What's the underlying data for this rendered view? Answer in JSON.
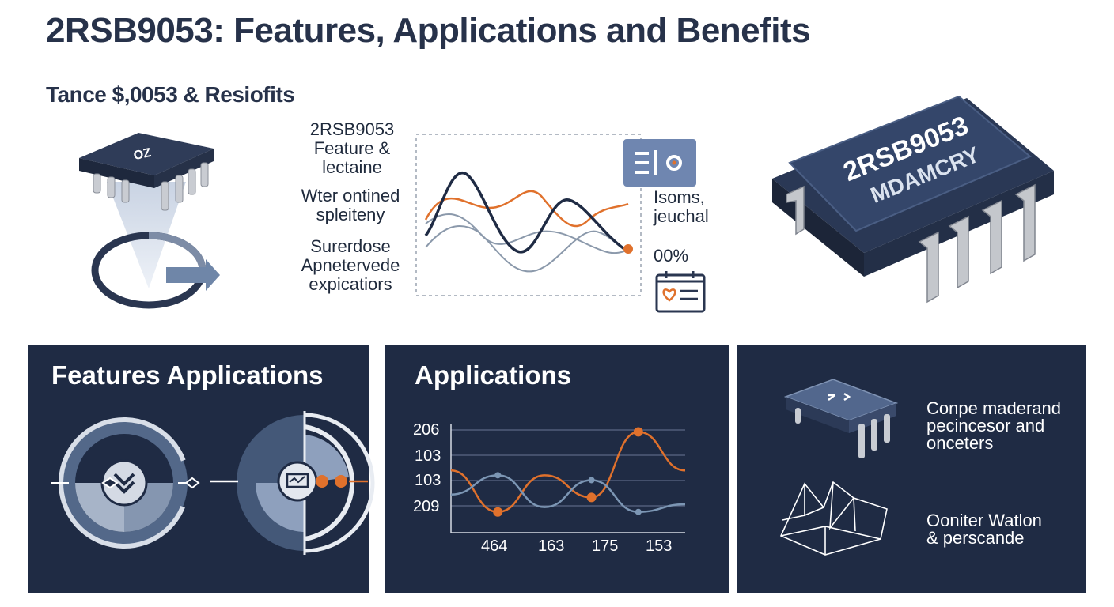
{
  "header": {
    "title": "2RSB9053: Features, Applications and Benefits",
    "subtitle": "Tance $,0053 & Resiofits"
  },
  "top_left_chip": {
    "marking": "OZ"
  },
  "feature_labels": [
    [
      "2RSB9053",
      "Feature &",
      "lectaine"
    ],
    [
      "Wter ontined",
      "spleiteny"
    ],
    [
      "Surerdose",
      "Apnetervede",
      "expicatiors"
    ]
  ],
  "top_chart": {
    "label_1": "Isoms,",
    "label_2": "jeuchal",
    "percent": "00%"
  },
  "big_chip": {
    "line1": "2RSB9053",
    "line2": "MDAMCRY"
  },
  "panels": {
    "features": {
      "title": "Features Applications"
    },
    "applications": {
      "title": "Applications"
    },
    "benefits": {
      "item1": [
        "Conpe maderand",
        "pecincesor and",
        "onceters"
      ],
      "item2": [
        "Ooniter Watlon",
        "& perscande"
      ]
    }
  },
  "chart_data": {
    "type": "line",
    "title": "Applications",
    "y_tick_labels": [
      "206",
      "103",
      "103",
      "209"
    ],
    "x_tick_labels": [
      "464",
      "163",
      "175",
      "153"
    ],
    "series": [
      {
        "color": "#e0712c",
        "values": [
          0.58,
          0.15,
          0.53,
          0.3,
          0.98,
          0.58
        ]
      },
      {
        "color": "#7c96b4",
        "values": [
          0.33,
          0.53,
          0.2,
          0.48,
          0.15,
          0.23
        ]
      }
    ],
    "grid": true
  },
  "colors": {
    "navy": "#1f2b44",
    "orange": "#e0712c",
    "steel": "#7c96b4",
    "chip": "#2e3e5e"
  }
}
